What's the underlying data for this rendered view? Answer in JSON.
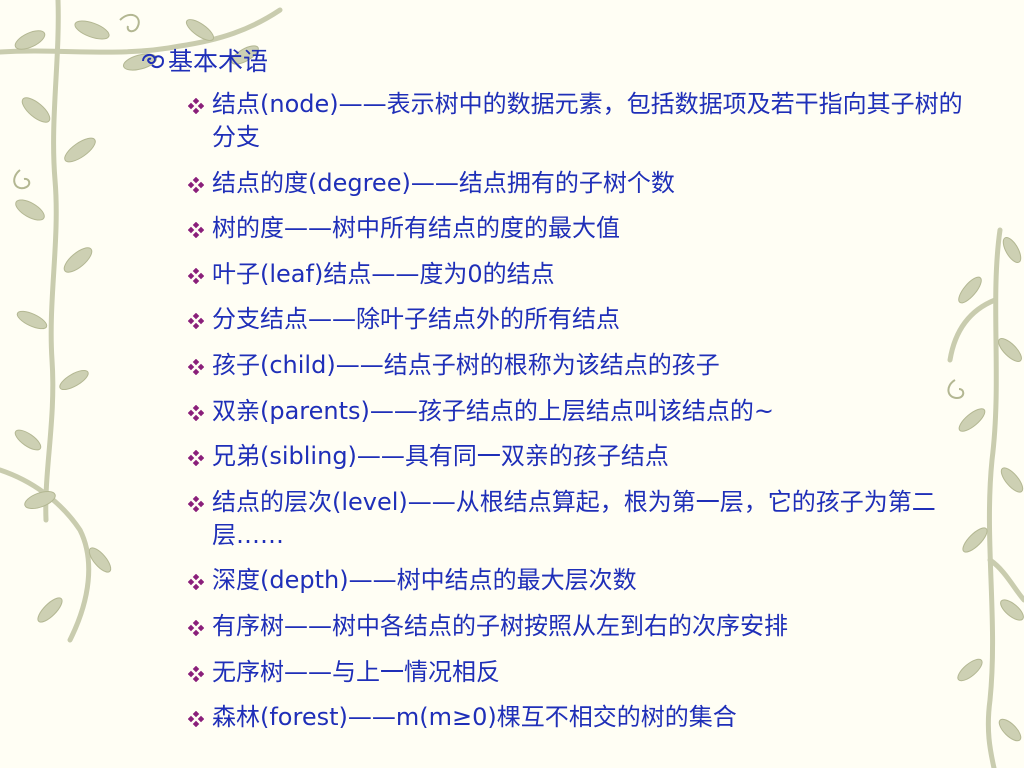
{
  "slide": {
    "heading": "基本术语",
    "heading_icon": "swirl-bullet-icon",
    "bullet_icon": "diamond-dots-bullet-icon",
    "items": [
      "结点(node)——表示树中的数据元素，包括数据项及若干指向其子树的分支",
      "结点的度(degree)——结点拥有的子树个数",
      "树的度——树中所有结点的度的最大值",
      "叶子(leaf)结点——度为0的结点",
      "分支结点——除叶子结点外的所有结点",
      "孩子(child)——结点子树的根称为该结点的孩子",
      "双亲(parents)——孩子结点的上层结点叫该结点的~",
      "兄弟(sibling)——具有同一双亲的孩子结点",
      "结点的层次(level)——从根结点算起，根为第一层，它的孩子为第二层……",
      "深度(depth)——树中结点的最大层次数",
      "有序树——树中各结点的子树按照从左到右的次序安排",
      "无序树——与上一情况相反",
      "森林(forest)——m(m≥0)棵互不相交的树的集合"
    ]
  },
  "colors": {
    "text": "#1f2fb8",
    "bullet": "#8a1f7a",
    "background": "#fffef4",
    "vine": "#c9ccae",
    "vine_dark": "#b3b792"
  },
  "decoration": "olive-vine-branches"
}
